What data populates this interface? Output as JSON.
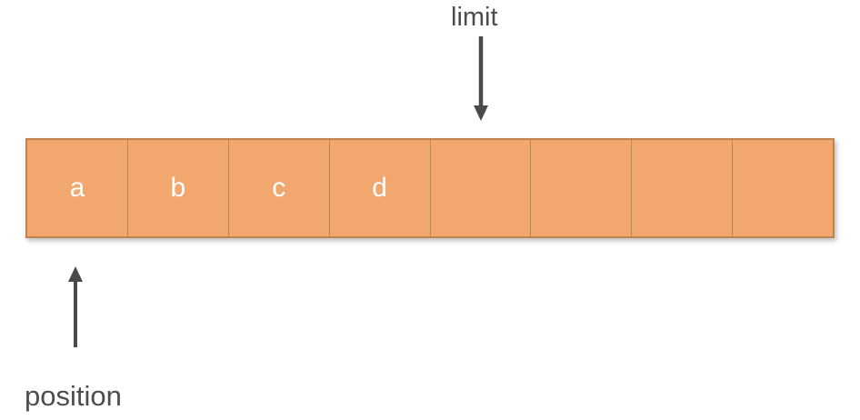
{
  "diagram": {
    "description": "Buffer diagram with 8 cells; first four filled with a, b, c, d; limit pointer above cell index 4; position pointer below cell index 0",
    "colors": {
      "background": "#ffffff",
      "cell_fill": "#f2a76e",
      "cell_border": "#be8350",
      "cell_text": "#ffffff",
      "label_text": "#4d4d4d",
      "arrow": "#4a4a4a"
    },
    "buffer": {
      "cell_count": 8,
      "cells": [
        "a",
        "b",
        "c",
        "d",
        "",
        "",
        "",
        ""
      ]
    },
    "limit_pointer": {
      "label": "limit",
      "direction": "down",
      "points_to_cell_index": 4
    },
    "position_pointer": {
      "label": "position",
      "direction": "up",
      "points_to_cell_index": 0
    }
  }
}
